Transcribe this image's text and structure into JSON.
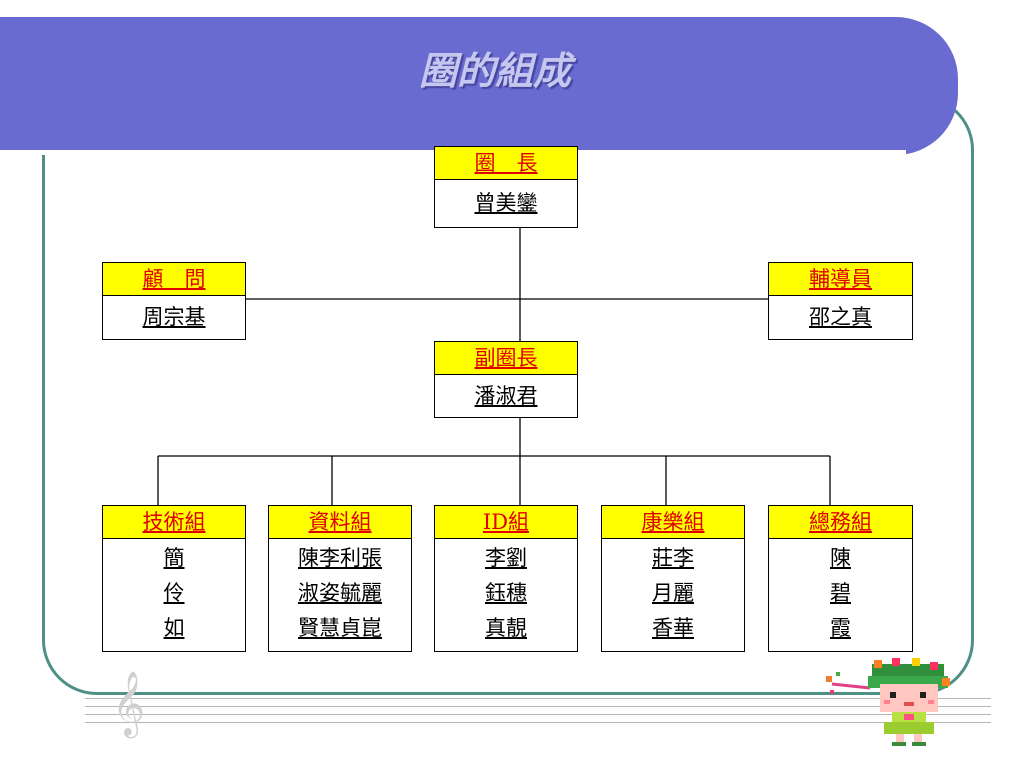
{
  "title": "圈的組成",
  "chief": {
    "role": "圈　長",
    "name": "曾美鑾"
  },
  "advisor": {
    "role": "顧　問",
    "name": "周宗基"
  },
  "counselor": {
    "role": "輔導員",
    "name": "邵之真"
  },
  "vice_chief": {
    "role": "副圈長",
    "name": "潘淑君"
  },
  "teams": [
    {
      "role": "技術組",
      "lines": [
        "簡",
        "伶",
        "如"
      ]
    },
    {
      "role": "資料組",
      "lines": [
        "陳李利張",
        "淑姿毓麗",
        "賢慧貞崑"
      ]
    },
    {
      "role": "ID組",
      "lines": [
        "李劉",
        "鈺穗",
        "真靚"
      ]
    },
    {
      "role": "康樂組",
      "lines": [
        "莊李",
        "月麗",
        "香華"
      ]
    },
    {
      "role": "總務組",
      "lines": [
        "陳",
        "碧",
        "霞"
      ]
    }
  ],
  "colors": {
    "banner": "#6a6bd0",
    "frame": "#4e8f86",
    "header_fill": "#ffff00",
    "header_text": "#e00000"
  },
  "decorations": [
    "treble-clef-icon",
    "music-staff",
    "cartoon-girl-icon"
  ]
}
